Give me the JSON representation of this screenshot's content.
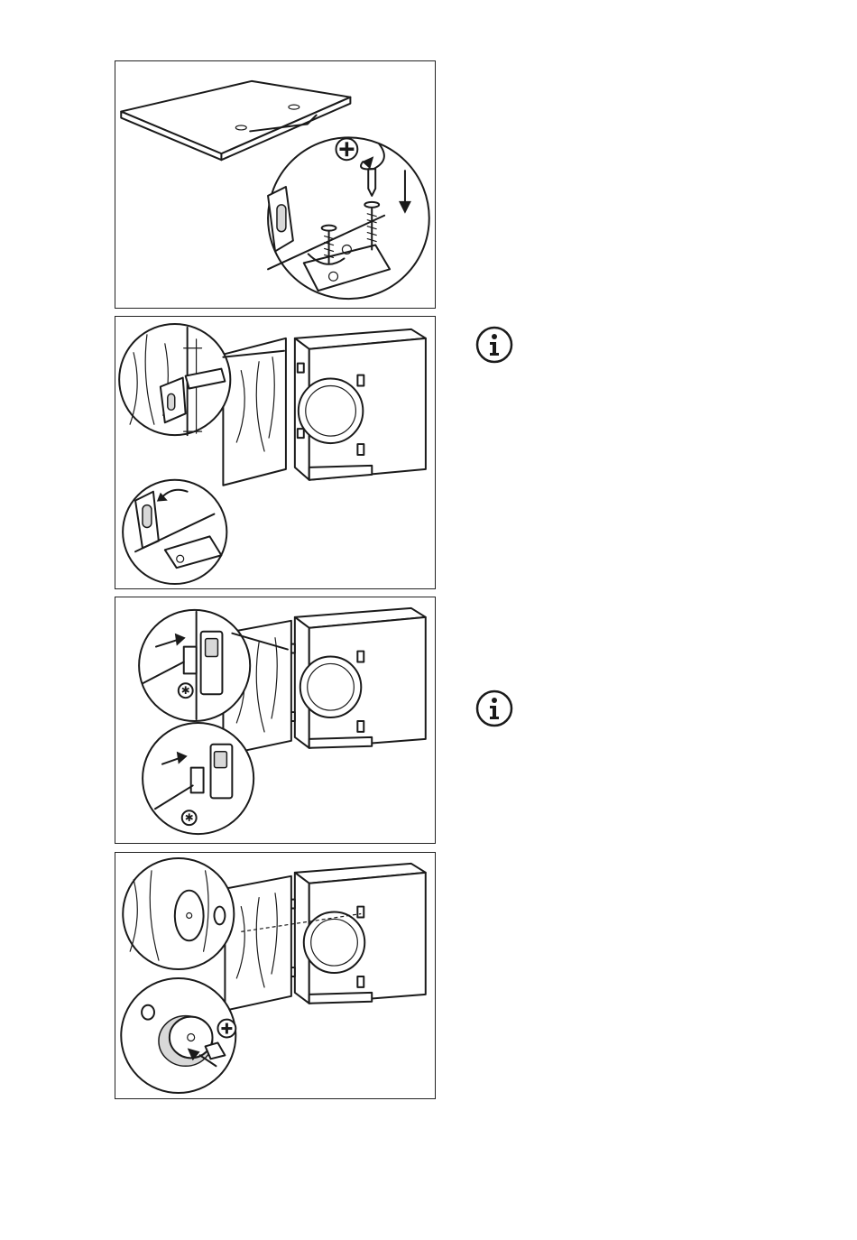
{
  "figures": [
    {
      "id": "fig-1",
      "content": "top-plate-screw-mounting"
    },
    {
      "id": "fig-2",
      "content": "hinge-alignment"
    },
    {
      "id": "fig-3",
      "content": "hinge-screw-tightening"
    },
    {
      "id": "fig-4",
      "content": "door-stop-buffer-mounting"
    }
  ],
  "icons": {
    "info": "info-icon",
    "phillips": "phillips-screwdriver-icon",
    "torx": "torx-screwdriver-icon"
  },
  "colors": {
    "line": "#1a1a1a",
    "fill": "#ffffff",
    "shade": "#d8d8d8"
  }
}
